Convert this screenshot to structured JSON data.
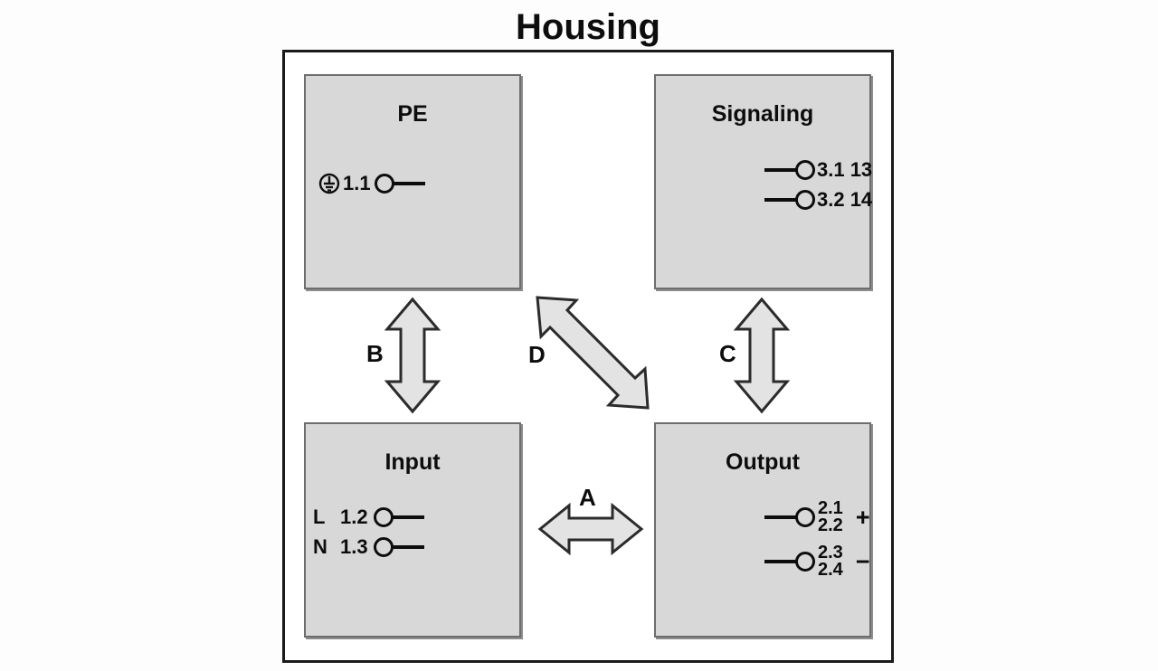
{
  "diagram": {
    "title": "Housing",
    "colors": {
      "block_fill": "#d8d8d8",
      "block_border": "#6d6d6d",
      "frame_border": "#1a1a1a",
      "arrow_fill": "#e3e3e3",
      "arrow_border": "#2b2b2b",
      "text": "#0d0d0d",
      "background": "#ffffff"
    },
    "blocks": [
      {
        "id": "pe",
        "title": "PE",
        "terminals": [
          {
            "icon": "earth-ground-icon",
            "label": "1.1",
            "wire": "right"
          }
        ]
      },
      {
        "id": "signaling",
        "title": "Signaling",
        "terminals": [
          {
            "label": "3.1 13",
            "wire": "left"
          },
          {
            "label": "3.2 14",
            "wire": "left"
          }
        ]
      },
      {
        "id": "input",
        "title": "Input",
        "terminals": [
          {
            "prefix": "L",
            "label": "1.2",
            "wire": "right"
          },
          {
            "prefix": "N",
            "label": "1.3",
            "wire": "right"
          }
        ]
      },
      {
        "id": "output",
        "title": "Output",
        "terminals": [
          {
            "labels": [
              "2.1",
              "2.2"
            ],
            "polarity": "+",
            "wire": "left"
          },
          {
            "labels": [
              "2.3",
              "2.4"
            ],
            "polarity": "−",
            "wire": "left"
          }
        ]
      }
    ],
    "arrows": [
      {
        "id": "a",
        "label": "A",
        "orientation": "horizontal",
        "connects": [
          "input",
          "output"
        ]
      },
      {
        "id": "b",
        "label": "B",
        "orientation": "vertical",
        "connects": [
          "pe",
          "input"
        ]
      },
      {
        "id": "c",
        "label": "C",
        "orientation": "vertical",
        "connects": [
          "signaling",
          "output"
        ]
      },
      {
        "id": "d",
        "label": "D",
        "orientation": "diagonal",
        "connects": [
          "pe",
          "output"
        ]
      }
    ]
  }
}
